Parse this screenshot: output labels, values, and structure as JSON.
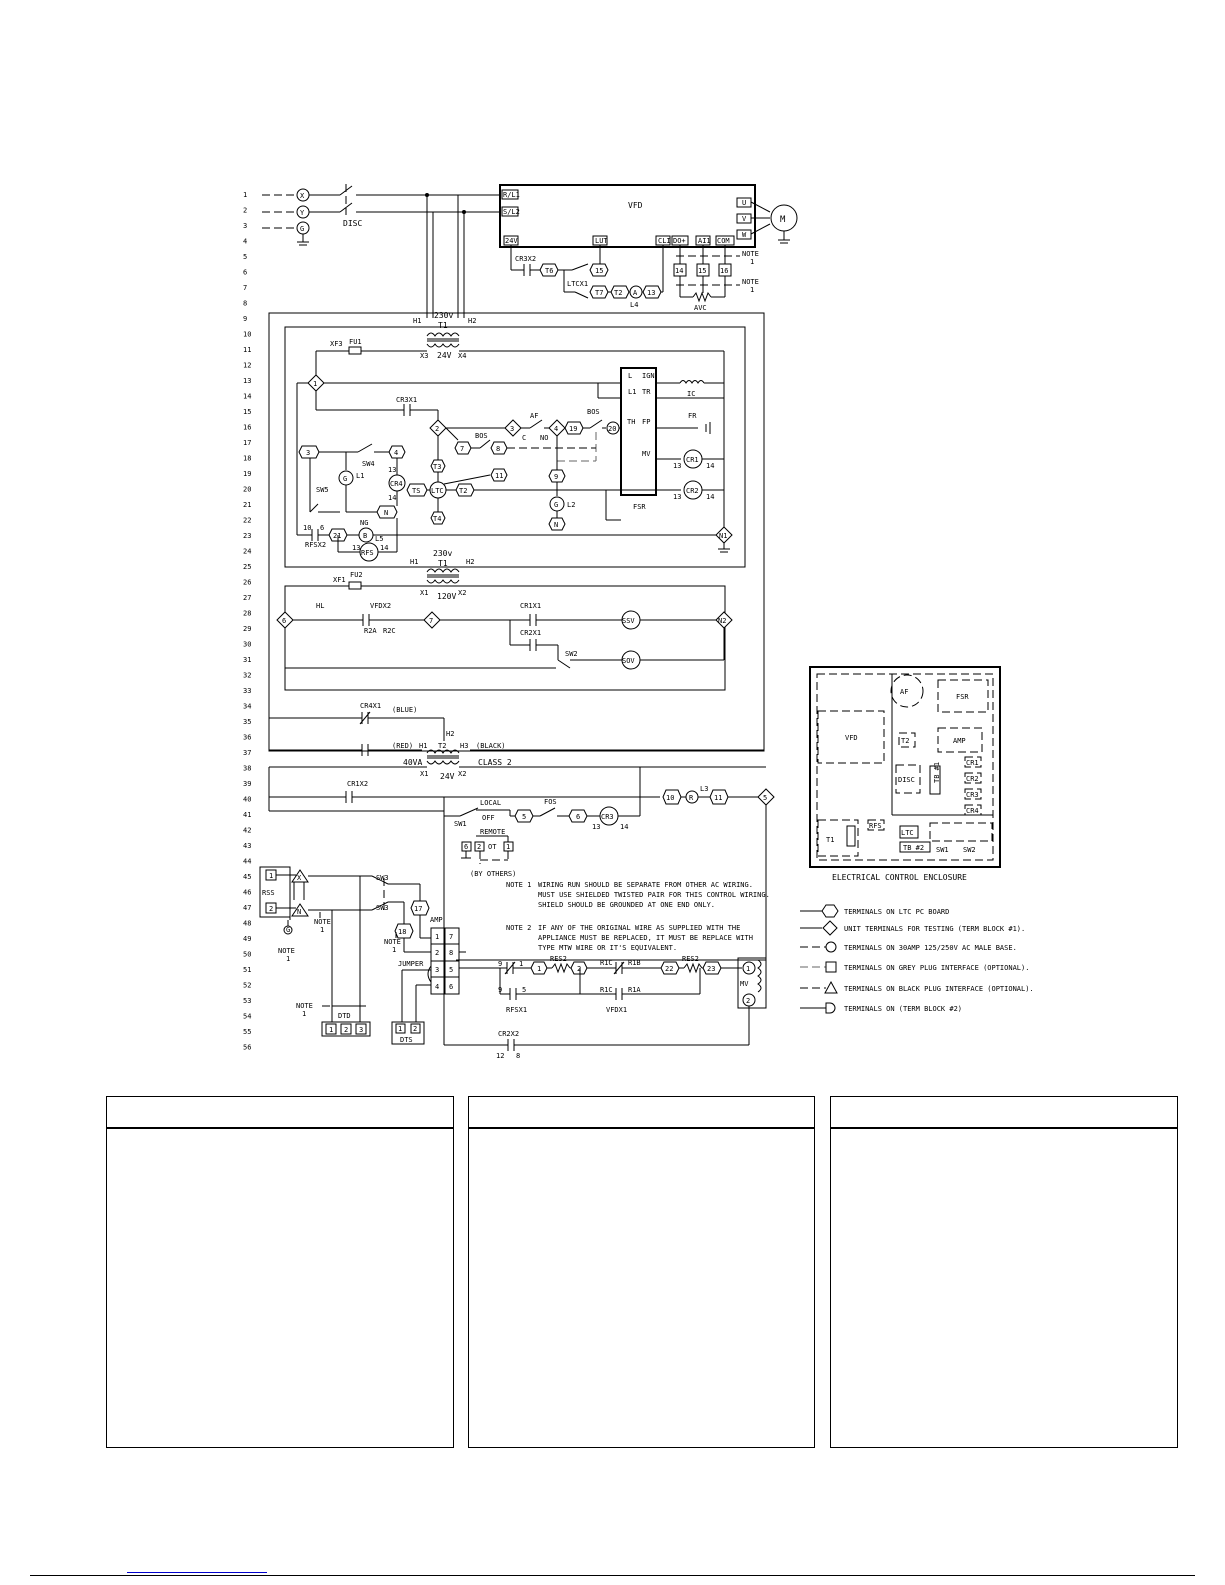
{
  "rungs": [
    "1",
    "2",
    "3",
    "4",
    "5",
    "6",
    "7",
    "8",
    "9",
    "10",
    "11",
    "12",
    "13",
    "14",
    "15",
    "16",
    "17",
    "18",
    "19",
    "20",
    "21",
    "22",
    "23",
    "24",
    "25",
    "26",
    "27",
    "28",
    "29",
    "30",
    "31",
    "32",
    "33",
    "34",
    "35",
    "36",
    "37",
    "38",
    "39",
    "40",
    "41",
    "42",
    "43",
    "44",
    "45",
    "46",
    "47",
    "48",
    "49",
    "50",
    "51",
    "52",
    "53",
    "54",
    "55",
    "56"
  ],
  "labels": {
    "x": "X",
    "y": "Y",
    "g": "G",
    "disc": "DISC",
    "vfd": "VFD",
    "m": "M",
    "rl1": "R/L1",
    "sl2": "S/L2",
    "u": "U",
    "v": "V",
    "w": "W",
    "v24": "24V",
    "lut": "LUT",
    "cli": "CLI",
    "dcm1": "DO+",
    "ai1": "AI1",
    "com": "COM",
    "cr3x2": "CR3X2",
    "ltcx1": "LTCX1",
    "l4": "L4",
    "avc": "AVC",
    "note1": "NOTE",
    "one": "1",
    "t1a": "230v",
    "t1b": "T1",
    "t1c": "24V",
    "h1": "H1",
    "h2": "H2",
    "x3": "X3",
    "x4": "X4",
    "xf3": "XF3",
    "fu1": "FU1",
    "l": "L",
    "l1": "L1",
    "ign": "IGN",
    "tr": "TR",
    "ic": "IC",
    "th": "TH",
    "fp": "FP",
    "fr": "FR",
    "mv": "MV",
    "cr1": "CR1",
    "cr2": "CR2",
    "fsr": "FSR",
    "cr3x1": "CR3X1",
    "af": "AF",
    "bos": "BOS",
    "c": "C",
    "no": "NO",
    "sw4": "SW4",
    "sw5": "SW5",
    "rfsx2": "RFSX2",
    "cr4": "CR4",
    "ts": "TS",
    "ltc": "LTC",
    "ng": "NG",
    "rfs": "RFS",
    "n": "N",
    "nl": "N1",
    "t1d": "230v",
    "t1e": "T1",
    "t1f": "120V",
    "x1": "X1",
    "x2": "X2",
    "xf1": "XF1",
    "fu2": "FU2",
    "hl": "HL",
    "vfdx2": "VFDX2",
    "r2a": "R2A",
    "r2c": "R2C",
    "cr1x1": "CR1X1",
    "cr2x1": "CR2X1",
    "ssv": "SSV",
    "sov": "SOV",
    "sw2": "SW2",
    "n2": "N2",
    "cr4x1": "CR4X1",
    "blue": "(BLUE)",
    "red": "(RED)",
    "black": "(BLACK)",
    "t2": "T2",
    "h3": "H3",
    "va40": "40VA",
    "class2": "CLASS 2",
    "cr1x2": "CR1X2",
    "local": "LOCAL",
    "off": "OFF",
    "remote": "REMOTE",
    "sw1": "SW1",
    "fos": "FOS",
    "cr3": "CR3",
    "r": "R",
    "l3": "L3",
    "ot": "OT",
    "byothers": "(BY OTHERS)",
    "rss": "RSS",
    "sw3": "SW3",
    "amp": "AMP",
    "jumper": "JUMPER",
    "dtd": "DTD",
    "dts": "DTS",
    "res2": "RES2",
    "rfsx1": "RFSX1",
    "vfdx1": "VFDX1",
    "cr2x2": "CR2X2",
    "r1c": "R1C",
    "r1b": "R1B",
    "r1a": "R1A",
    "l2": "L2",
    "l5": "L5"
  },
  "notes": {
    "n1_label": "NOTE 1",
    "n1_l1": "WIRING RUN SHOULD BE SEPARATE FROM OTHER AC WIRING.",
    "n1_l2": "MUST USE SHIELDED TWISTED PAIR FOR THIS CONTROL WIRING.",
    "n1_l3": "SHIELD SHOULD BE GROUNDED AT ONE END ONLY.",
    "n2_label": "NOTE 2",
    "n2_l1": "IF ANY OF THE ORIGINAL WIRE AS SUPPLIED WITH THE",
    "n2_l2": "APPLIANCE MUST BE REPLACED, IT MUST BE REPLACE WITH",
    "n2_l3": "TYPE MTW WIRE OR IT'S EQUIVALENT."
  },
  "enclosure": {
    "title": "ELECTRICAL CONTROL ENCLOSURE",
    "af": "AF",
    "fsr": "FSR",
    "vfd": "VFD",
    "t2": "T2",
    "amp": "AMP",
    "disc": "DISC",
    "cr1": "CR1",
    "cr2": "CR2",
    "cr3": "CR3",
    "cr4": "CR4",
    "t1": "T1",
    "rfs": "RFS",
    "ltc": "LTC",
    "tb2": "TB #2",
    "sw1": "SW1",
    "sw2": "SW2",
    "tb1": "TB #1"
  },
  "legend": [
    "TERMINALS ON LTC PC BOARD",
    "UNIT TERMINALS FOR TESTING (TERM BLOCK #1).",
    "TERMINALS ON 30AMP 125/250V AC MALE BASE.",
    "TERMINALS ON GREY PLUG INTERFACE (OPTIONAL).",
    "TERMINALS ON BLACK PLUG INTERFACE (OPTIONAL).",
    "TERMINALS ON (TERM BLOCK #2)"
  ]
}
